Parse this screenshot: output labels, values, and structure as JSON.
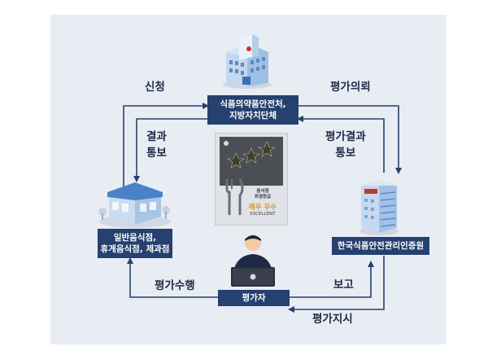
{
  "nodes": {
    "mfds": "식품의약품안전처,\n지방자치단체",
    "haccp": "한국식품안전관리인증원",
    "restaurant": "일반음식점,\n휴게음식점, 제과점",
    "evaluator": "평가자"
  },
  "edges": {
    "apply": "신청",
    "result_notice": "결과\n통보",
    "eval_request": "평가의뢰",
    "eval_result_notice": "평가결과\n통보",
    "report": "보고",
    "eval_instruction": "평가지시",
    "eval_perform": "평가수행"
  },
  "certificate": {
    "grade_label": "음식점\n위생등급",
    "grade": "매우 우수",
    "grade_en": "EXCELLENT"
  },
  "colors": {
    "node_fill": "#26406f",
    "arrow": "#26406f",
    "panel": "#e8ecf3",
    "star": "#3e3f2a"
  },
  "icons": [
    "government-building-icon",
    "store-icon",
    "office-building-icon",
    "evaluator-person-icon",
    "hygiene-certificate-icon"
  ]
}
